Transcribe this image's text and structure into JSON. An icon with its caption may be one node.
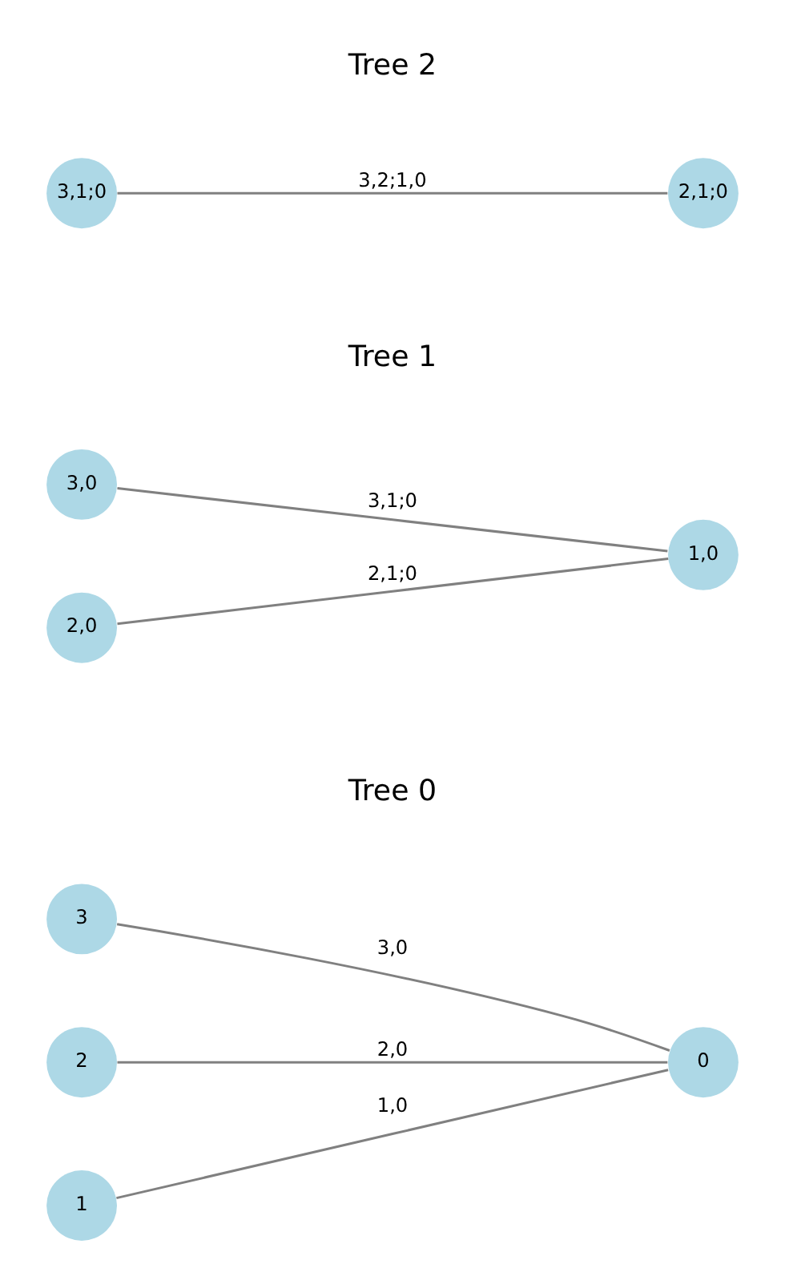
{
  "diagram": {
    "nodes": [
      {
        "text": [
          "3"
        ]
      },
      {
        "text": [
          "2"
        ]
      },
      {
        "text": [
          "1"
        ]
      },
      {
        "text": [
          "0"
        ]
      },
      {
        "text": [
          "3,0"
        ]
      },
      {
        "text": [
          "2,0"
        ]
      },
      {
        "text": [
          "1,0"
        ]
      },
      {
        "text": [
          "3,1;0"
        ]
      },
      {
        "text": [
          "2,1;0"
        ]
      }
    ],
    "edges": [
      {
        "from": 0,
        "to": 3,
        "arrow": "none",
        "label": "3,0"
      },
      {
        "from": 1,
        "to": 3,
        "arrow": "none",
        "label": "2,0"
      },
      {
        "from": 2,
        "to": 3,
        "arrow": "none",
        "label": "1,0"
      },
      {
        "from": 4,
        "to": 6,
        "arrow": "none",
        "label": "3,1;0"
      },
      {
        "from": 5,
        "to": 6,
        "arrow": "none",
        "label": "2,1;0"
      },
      {
        "from": 7,
        "to": 8,
        "arrow": "none",
        "label": "3,2;1,0"
      }
    ],
    "labels": [
      "Tree 0",
      "Tree 1",
      "Tree 2"
    ]
  }
}
